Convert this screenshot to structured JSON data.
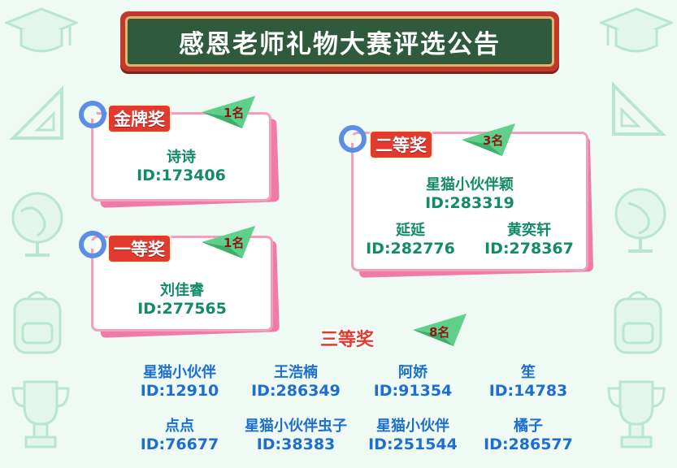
{
  "title": "感恩老师礼物大赛评选公告",
  "awards": {
    "gold": {
      "label": "金牌奖",
      "count": "1名",
      "winners": [
        {
          "name": "诗诗",
          "id": "ID:173406"
        }
      ]
    },
    "first": {
      "label": "一等奖",
      "count": "1名",
      "winners": [
        {
          "name": "刘佳睿",
          "id": "ID:277565"
        }
      ]
    },
    "second": {
      "label": "二等奖",
      "count": "3名",
      "winners": [
        {
          "name": "星猫小伙伴颖",
          "id": "ID:283319"
        },
        {
          "name": "延延",
          "id": "ID:282776"
        },
        {
          "name": "黄奕轩",
          "id": "ID:278367"
        }
      ]
    },
    "third": {
      "label": "三等奖",
      "count": "8名",
      "winners": [
        {
          "name": "星猫小伙伴",
          "id": "ID:12910"
        },
        {
          "name": "王浩楠",
          "id": "ID:286349"
        },
        {
          "name": "阿娇",
          "id": "ID:91354"
        },
        {
          "name": "笙",
          "id": "ID:14783"
        },
        {
          "name": "点点",
          "id": "ID:76677"
        },
        {
          "name": "星猫小伙伴虫子",
          "id": "ID:38383"
        },
        {
          "name": "星猫小伙伴",
          "id": "ID:251544"
        },
        {
          "name": "橘子",
          "id": "ID:286577"
        }
      ]
    }
  },
  "colors": {
    "background": "#eefaf3",
    "board_frame": "#c0392b",
    "board_face": "#2f5a3c",
    "award_red": "#e23a2e",
    "winner_green": "#138a68",
    "third_blue": "#1c6fd1",
    "card_pink": "#f59dbd",
    "plane_green": "#5fd08a"
  },
  "icons": {
    "decorations": [
      "graduation-cap-icon",
      "triangle-ruler-icon",
      "globe-icon",
      "backpack-icon",
      "trophy-icon"
    ],
    "count_badge": "paper-plane-icon",
    "card_clip": "binder-ring-icon"
  }
}
